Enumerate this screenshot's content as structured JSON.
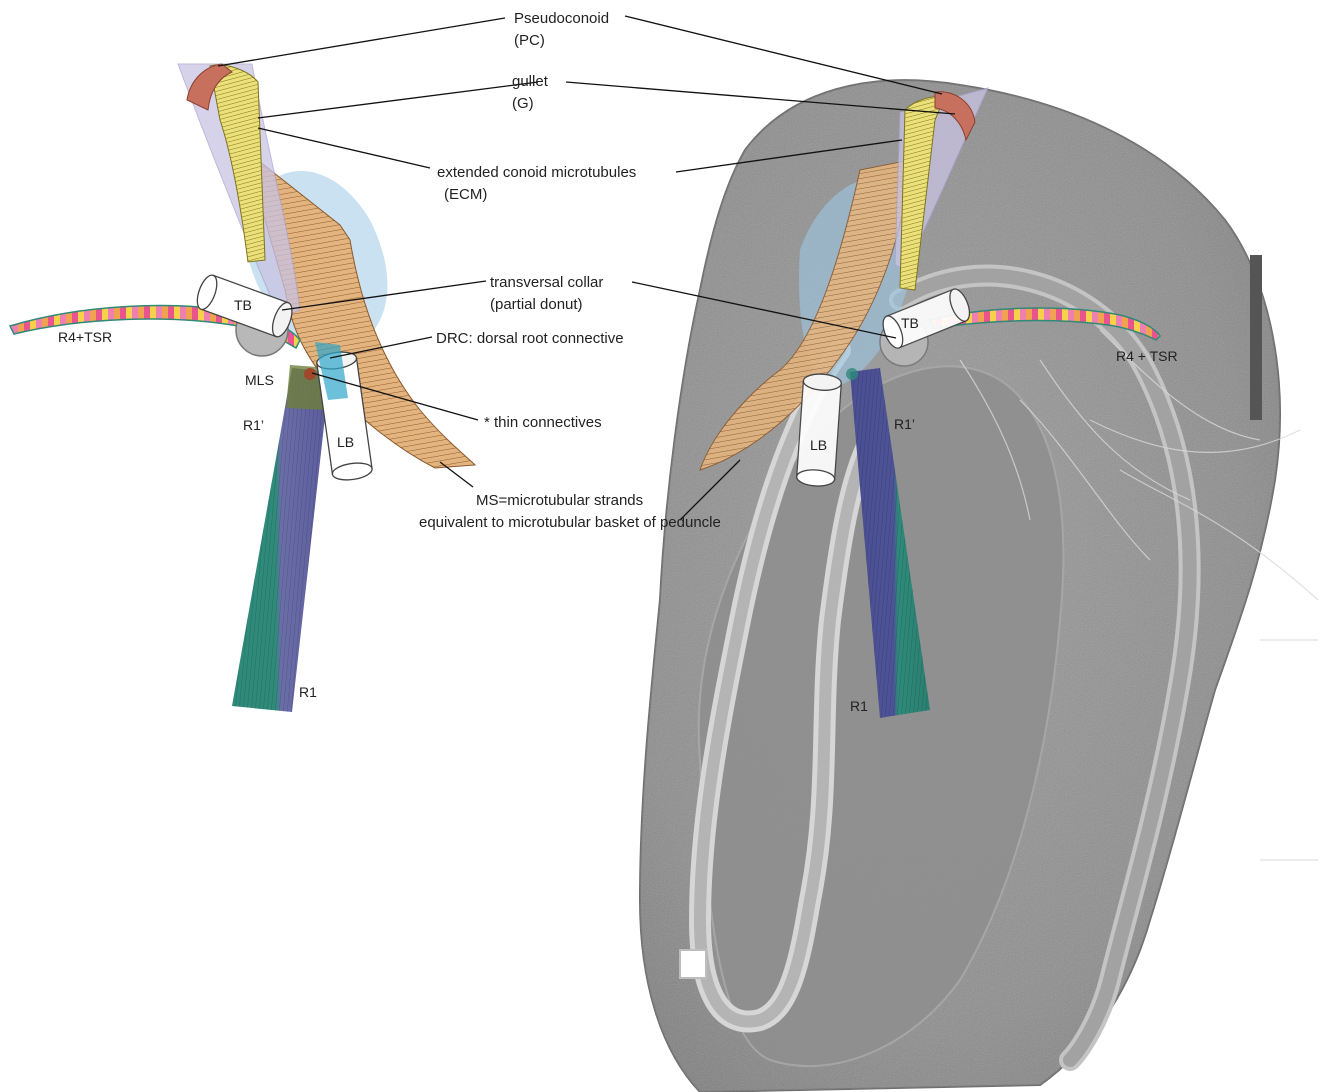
{
  "annotations": {
    "pseudoconoid": {
      "line1": "Pseudoconoid",
      "line2": "(PC)"
    },
    "gullet": {
      "line1": "gullet",
      "line2": "(G)"
    },
    "ecm": {
      "line1": "extended conoid  microtubules",
      "line2": "(ECM)"
    },
    "collar": {
      "line1": "transversal collar",
      "line2": "(partial donut)"
    },
    "drc": "DRC: dorsal root connective",
    "thin": "* thin connectives",
    "ms": {
      "line1": "MS=microtubular strands",
      "line2": "equivalent to microtubular basket of peduncle"
    }
  },
  "left_diagram": {
    "tb": "TB",
    "r4tsr": "R4+TSR",
    "mls": "MLS",
    "r1prime": "R1’",
    "lb": "LB",
    "r1": "R1"
  },
  "right_diagram": {
    "tb": "TB",
    "r4tsr": "R4 + TSR",
    "r1prime": "R1’",
    "lb": "LB",
    "r1": "R1"
  },
  "colors": {
    "root_green": "#2f8a7a",
    "root_purple": "#6b6ea8",
    "strands_tan": "#e2b27c",
    "gullet_yellow": "#e7dc6a",
    "pseudoconoid_red": "#c8705e",
    "ecm_lavender": "#c9c3e3",
    "collar_gray": "#b8b8b8",
    "blue_region": "#9cc8e6",
    "scale_bar": "#555555"
  }
}
